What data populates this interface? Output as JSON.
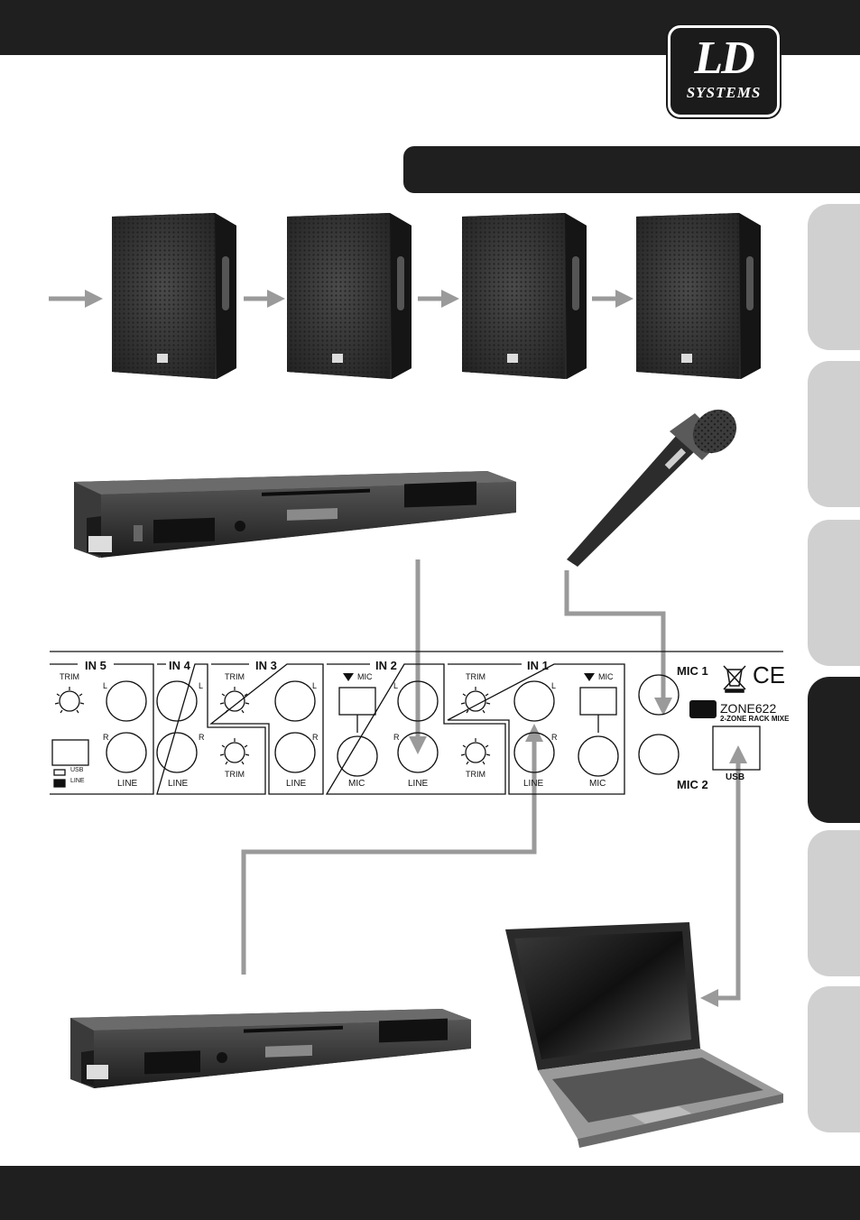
{
  "brand": {
    "logo_main": "LD",
    "logo_sub": "SYSTEMS"
  },
  "mixer_panel": {
    "channels": [
      {
        "label": "IN 5",
        "controls": [
          "TRIM",
          "L",
          "R",
          "LINE",
          "USB",
          "LINE"
        ]
      },
      {
        "label": "IN 4",
        "controls": [
          "L",
          "R",
          "LINE"
        ]
      },
      {
        "label": "IN 3",
        "controls": [
          "TRIM",
          "L",
          "R",
          "TRIM",
          "LINE"
        ]
      },
      {
        "label": "IN 2",
        "controls": [
          "MIC",
          "L",
          "R",
          "TRIM",
          "MIC",
          "LINE"
        ]
      },
      {
        "label": "IN 1",
        "controls": [
          "TRIM",
          "MIC",
          "L",
          "R",
          "LINE",
          "MIC"
        ]
      }
    ],
    "mic1_label": "MIC 1",
    "mic2_label": "MIC 2",
    "usb_label": "USB",
    "model_name": "ZONE622",
    "model_sub": "2-ZONE RACK MIXE",
    "ce_mark": "CE"
  },
  "colors": {
    "bar": "#1f1f1f",
    "tab_inactive": "#d0d0d0",
    "tab_active": "#1f1f1f",
    "arrow": "#9a9a9a"
  }
}
